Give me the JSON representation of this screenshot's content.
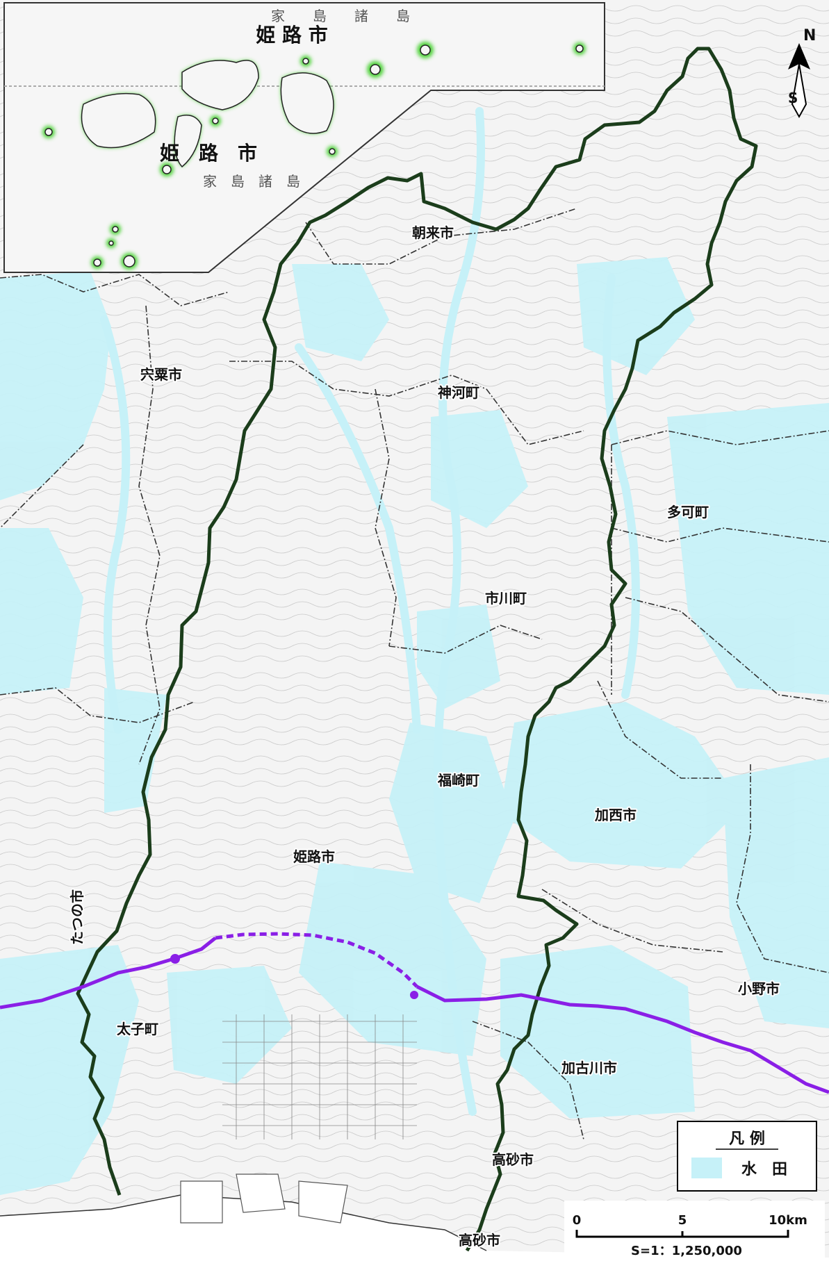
{
  "colors": {
    "paddy": "#c6f1f8",
    "basin_boundary": "#1b3d1b",
    "expressway": "#8a1fe6",
    "island_glow": "#4fd23a",
    "legend_border": "#000000"
  },
  "inset": {
    "labels": {
      "ieshima_shoto_top": "家　　島　　諸　　島",
      "himeji_top": "姫 路 市",
      "himeji_mid": "姫　路　市",
      "ieshima_shoto_bottom": "家　島　諸　島"
    }
  },
  "municipalities": {
    "asago": "朝来市",
    "kamikawa": "神河町",
    "shiso": "宍粟市",
    "taka": "多可町",
    "ichikawa": "市川町",
    "fukusaki": "福崎町",
    "kasai": "加西市",
    "himeji": "姫路市",
    "tatsuno": "たつの市",
    "taishi": "太子町",
    "ono": "小野市",
    "kakogawa": "加古川市",
    "takasago": "高砂市",
    "takasago_bottom": "高砂市"
  },
  "north_arrow": {
    "n": "N",
    "s": "S"
  },
  "legend": {
    "title": "凡 例",
    "items": [
      {
        "label": "水　田",
        "color": "#c6f1f8"
      }
    ]
  },
  "scale_bar": {
    "ticks": [
      "0",
      "5",
      "10km"
    ],
    "ratio": "S=1：1,250,000"
  }
}
